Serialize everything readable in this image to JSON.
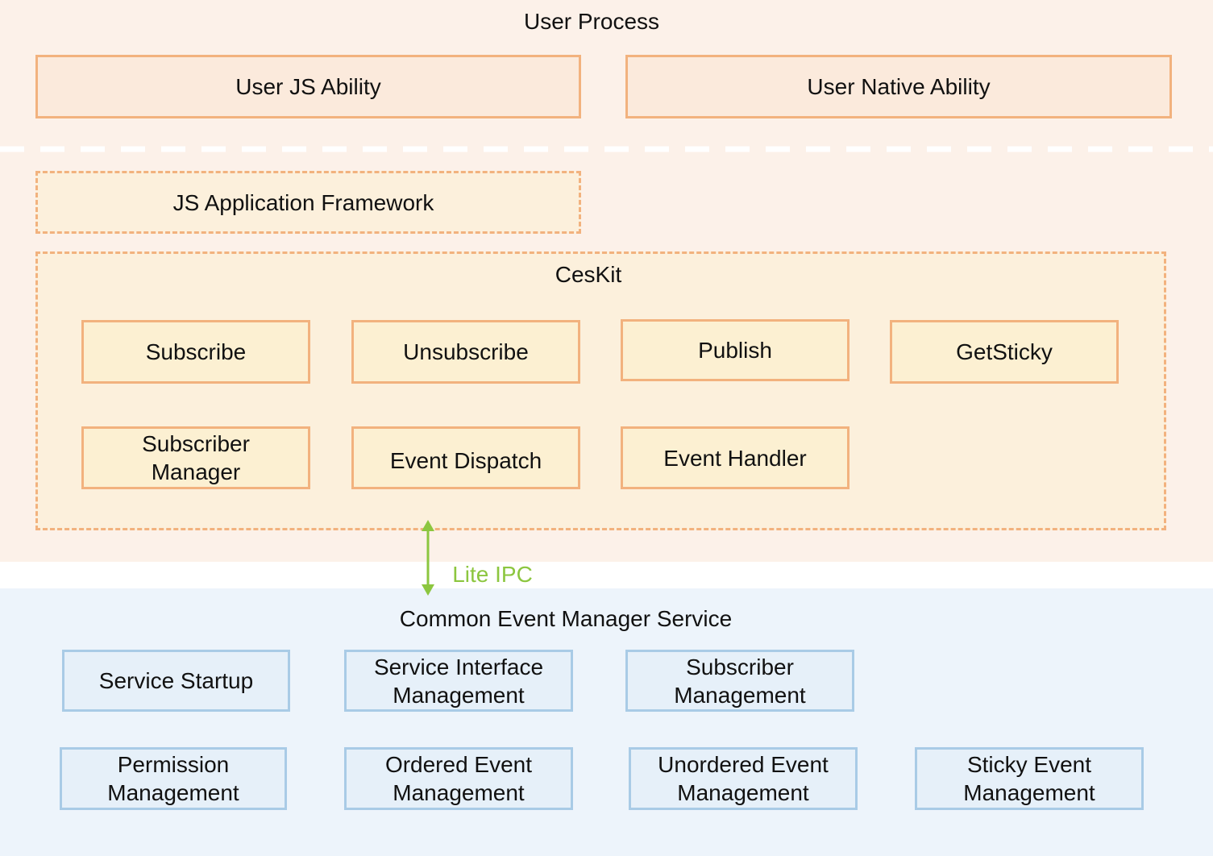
{
  "user_process": {
    "title": "User Process",
    "js_ability": "User JS Ability",
    "native_ability": "User Native Ability",
    "js_framework": "JS Application Framework"
  },
  "ceskit": {
    "title": "CesKit",
    "modules": [
      {
        "line1": "Subscribe",
        "line2": ""
      },
      {
        "line1": "Unsubscribe",
        "line2": ""
      },
      {
        "line1": "Publish",
        "line2": ""
      },
      {
        "line1": "GetSticky",
        "line2": ""
      },
      {
        "line1": "Subscriber",
        "line2": "Manager"
      },
      {
        "line1": "Event Dispatch",
        "line2": ""
      },
      {
        "line1": "Event Handler",
        "line2": ""
      }
    ]
  },
  "ipc": {
    "label": "Lite IPC",
    "color": "#8cc63f"
  },
  "service": {
    "title": "Common Event Manager Service",
    "modules": [
      {
        "line1": "Service Startup",
        "line2": ""
      },
      {
        "line1": "Service Interface",
        "line2": "Management"
      },
      {
        "line1": "Subscriber",
        "line2": "Management"
      },
      {
        "line1": "Permission",
        "line2": "Management"
      },
      {
        "line1": "Ordered Event",
        "line2": "Management"
      },
      {
        "line1": "Unordered Event",
        "line2": "Management"
      },
      {
        "line1": "Sticky Event",
        "line2": "Management"
      }
    ]
  },
  "colors": {
    "user_bg": "#fcf1e9",
    "service_bg": "#edf4fb",
    "orange_border": "#f2b27e",
    "blue_border": "#a9cbe6"
  }
}
